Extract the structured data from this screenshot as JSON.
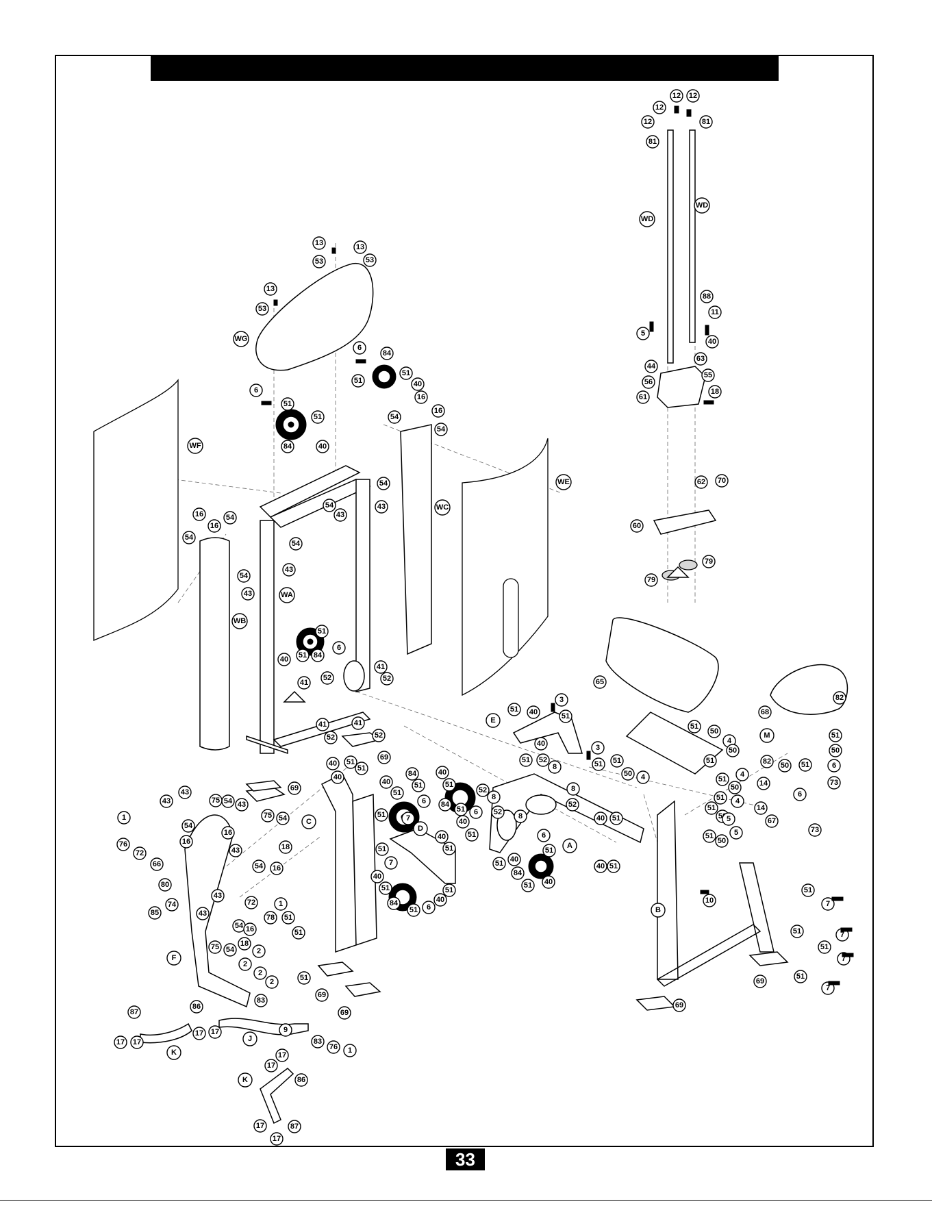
{
  "page": {
    "page_number": "33",
    "title_bar_text": ""
  },
  "labels": {
    "assemblies": [
      "WA",
      "WB",
      "WC",
      "WD",
      "WE",
      "WF",
      "WG",
      "A",
      "B",
      "C",
      "D",
      "E",
      "F",
      "J",
      "K",
      "M"
    ],
    "parts": [
      "1",
      "2",
      "3",
      "4",
      "5",
      "6",
      "7",
      "8",
      "9",
      "10",
      "11",
      "12",
      "13",
      "14",
      "16",
      "17",
      "18",
      "40",
      "41",
      "43",
      "44",
      "50",
      "51",
      "52",
      "53",
      "54",
      "55",
      "56",
      "60",
      "61",
      "62",
      "63",
      "65",
      "66",
      "67",
      "68",
      "69",
      "70",
      "72",
      "73",
      "74",
      "75",
      "76",
      "78",
      "79",
      "80",
      "81",
      "82",
      "83",
      "84",
      "85",
      "86",
      "87",
      "88"
    ],
    "reference_marker": "A"
  },
  "colors": {
    "ink": "#000000",
    "paper": "#ffffff",
    "dash": "#666666"
  }
}
